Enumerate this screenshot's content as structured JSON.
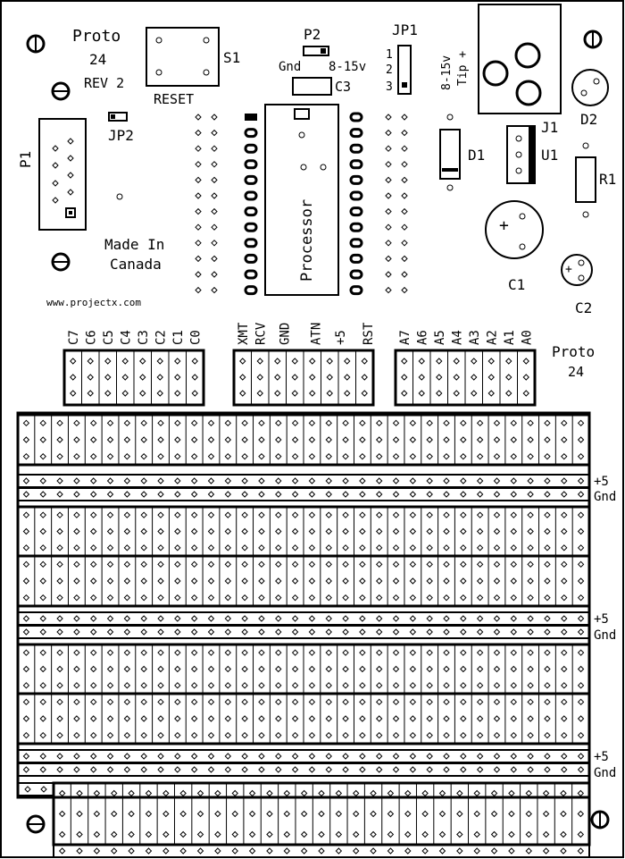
{
  "board": {
    "name": "Proto",
    "number": "24",
    "revision": "REV 2",
    "made_in_line1": "Made In",
    "made_in_line2": "Canada",
    "website": "www.projectx.com",
    "corner_label_name": "Proto",
    "corner_label_number": "24"
  },
  "components": {
    "s1": "S1",
    "reset": "RESET",
    "p2": "P2",
    "p2_gnd": "Gnd",
    "p2_voltage": "8-15v",
    "c3": "C3",
    "jp1": "JP1",
    "jp1_pins": [
      "1",
      "2",
      "3"
    ],
    "power_jack_line1": "8-15v",
    "power_jack_line2": "Tip +",
    "d2": "D2",
    "jp2": "JP2",
    "p1": "P1",
    "processor": "Processor",
    "d1": "D1",
    "j1": "J1",
    "u1": "U1",
    "r1": "R1",
    "c1": "C1",
    "c2": "C2",
    "c1_plus": "+",
    "c2_plus": "+"
  },
  "header_labels": {
    "group1": [
      "C7",
      "C6",
      "C5",
      "C4",
      "C3",
      "C2",
      "C1",
      "C0"
    ],
    "group2": [
      "XMT",
      "RCV",
      "GND",
      "ATN",
      "+5",
      "RST"
    ],
    "group3": [
      "A7",
      "A6",
      "A5",
      "A4",
      "A3",
      "A2",
      "A1",
      "A0"
    ]
  },
  "rails": [
    {
      "plus": "+5",
      "gnd": "Gnd"
    },
    {
      "plus": "+5",
      "gnd": "Gnd"
    },
    {
      "plus": "+5",
      "gnd": "Gnd"
    }
  ]
}
